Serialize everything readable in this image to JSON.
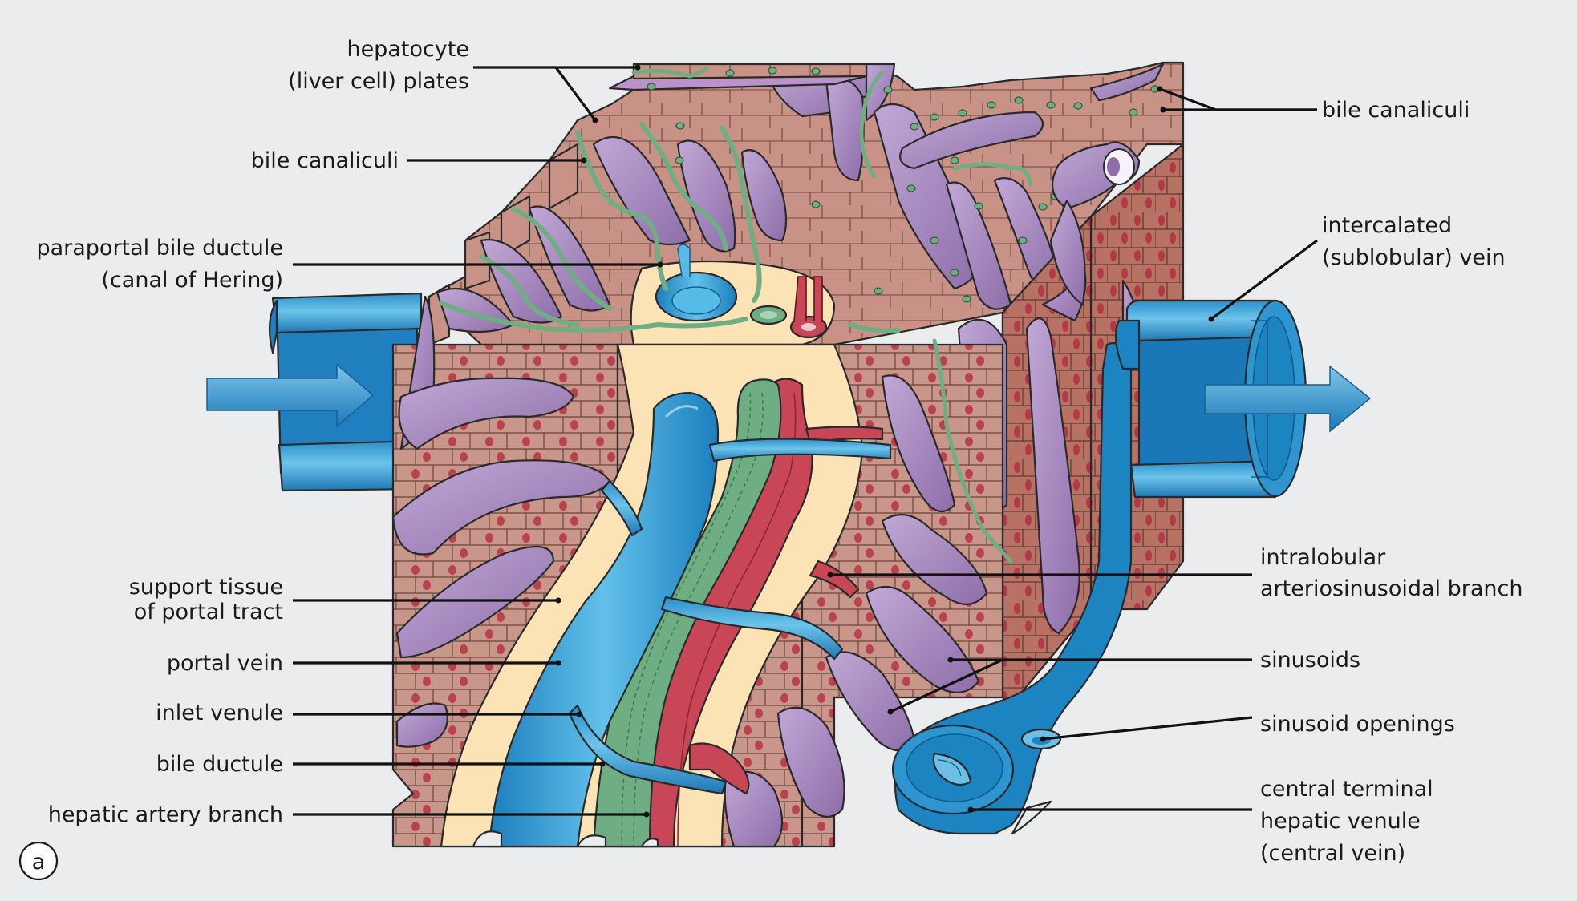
{
  "figure": {
    "panel_letter": "a",
    "colors": {
      "background": "#ebecee",
      "hepatocyte": "#c9968a",
      "hepatocyte_dark": "#b77264",
      "nucleus": "#b9424e",
      "sinusoid": "#a98cc0",
      "portal_vein": "#3aa7dd",
      "central_vein": "#1d84c2",
      "bile_duct": "#6fae83",
      "hepatic_artery": "#c84656",
      "support_tissue": "#fbe3b5"
    }
  },
  "labels": {
    "hepatocyte_plates": {
      "line1": "hepatocyte",
      "line2": "(liver cell) plates"
    },
    "bile_canaliculi_left": "bile canaliculi",
    "paraportal_bile_ductule": {
      "line1": "paraportal bile ductule",
      "line2": "(canal of Hering)"
    },
    "support_tissue": {
      "line1": "support tissue",
      "line2": "of portal tract"
    },
    "portal_vein": "portal vein",
    "inlet_venule": "inlet venule",
    "bile_ductule": "bile ductule",
    "hepatic_artery_branch": "hepatic artery branch",
    "bile_canaliculi_right": "bile canaliculi",
    "intercalated_vein": {
      "line1": "intercalated",
      "line2": "(sublobular) vein"
    },
    "intralobular_branch": {
      "line1": "intralobular",
      "line2": "arteriosinusoidal branch"
    },
    "sinusoids": "sinusoids",
    "sinusoid_openings": "sinusoid openings",
    "central_vein": {
      "line1": "central terminal",
      "line2": "hepatic venule",
      "line3": "(central vein)"
    }
  }
}
